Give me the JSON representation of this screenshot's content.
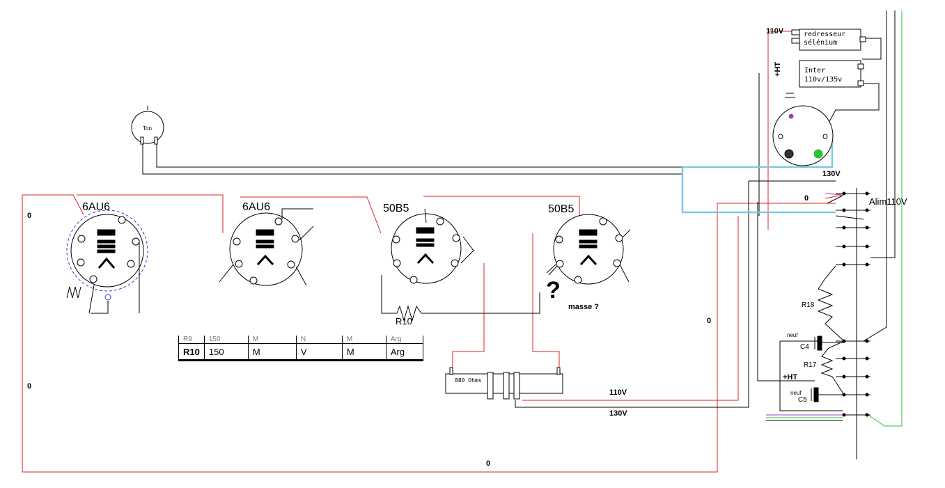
{
  "colors": {
    "red": "#e02020",
    "blue": "#7ec8e0",
    "black": "#000000",
    "green": "#2bbf3a",
    "dashed_blue": "#2a3fd0",
    "purple": "#a03cc0"
  },
  "tubes": [
    {
      "label": "6AU6"
    },
    {
      "label": "6AU6"
    },
    {
      "label": "50B5"
    },
    {
      "label": "50B5"
    }
  ],
  "labels": {
    "ton": "Ton",
    "redresseur_line1": "redresseur",
    "redresseur_line2": "sélénium",
    "inter_line1": "Inter",
    "inter_line2": "110v/135v",
    "v110_top": "110V",
    "plus_ht_top": "+HT",
    "v130_mid": "130V",
    "zero_right": "0",
    "alim": "Alim110V",
    "zero_left": "0",
    "zero_left2": "0",
    "zero_mid": "0",
    "zero_bottom": "0",
    "r10": "R10",
    "masse": "masse ?",
    "question": "?",
    "ohms": "880 Ohms",
    "v110_bottom": "110V",
    "v130_bottom": "130V",
    "r18": "R18",
    "c4": "C4",
    "r17": "R17",
    "plus_ht_bottom": "+HT",
    "c5": "C5",
    "cap_tag": "neuf"
  },
  "table": {
    "partial_row": [
      "R9",
      "150",
      "M",
      "N",
      "M",
      "Arg"
    ],
    "row": [
      "R10",
      "150",
      "M",
      "V",
      "M",
      "Arg"
    ]
  }
}
